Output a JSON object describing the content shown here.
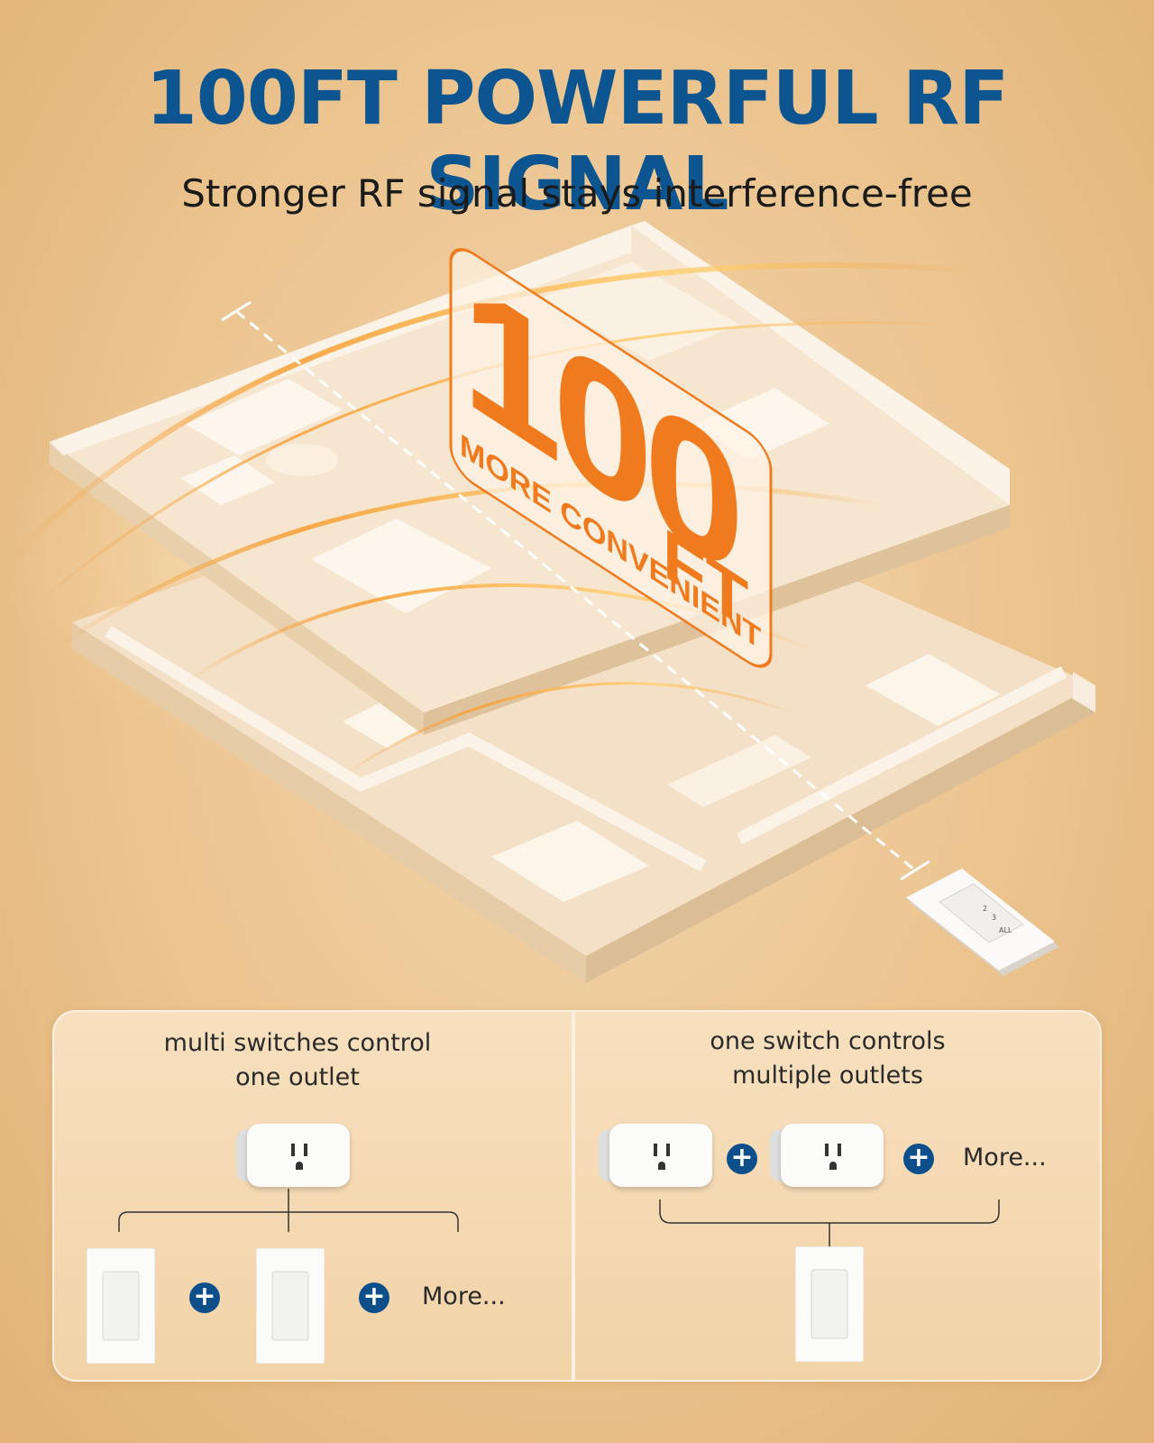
{
  "header": {
    "title": "100FT POWERFUL RF SIGNAL",
    "subtitle": "Stronger RF signal stays interference-free"
  },
  "badge": {
    "number": "100",
    "unit": "FT",
    "tagline": "MORE CONVENIENT"
  },
  "remote_labels": [
    "2",
    "3",
    "ALL"
  ],
  "panel_left": {
    "caption_line1": "multi switches control",
    "caption_line2": "one outlet",
    "plus": "+",
    "more": "More..."
  },
  "panel_right": {
    "caption_line1": "one switch controls",
    "caption_line2": "multiple outlets",
    "plus": "+",
    "more": "More..."
  },
  "colors": {
    "title_blue": "#0c5590",
    "accent_orange": "#f07b1e",
    "plus_blue": "#0d4f8b"
  }
}
